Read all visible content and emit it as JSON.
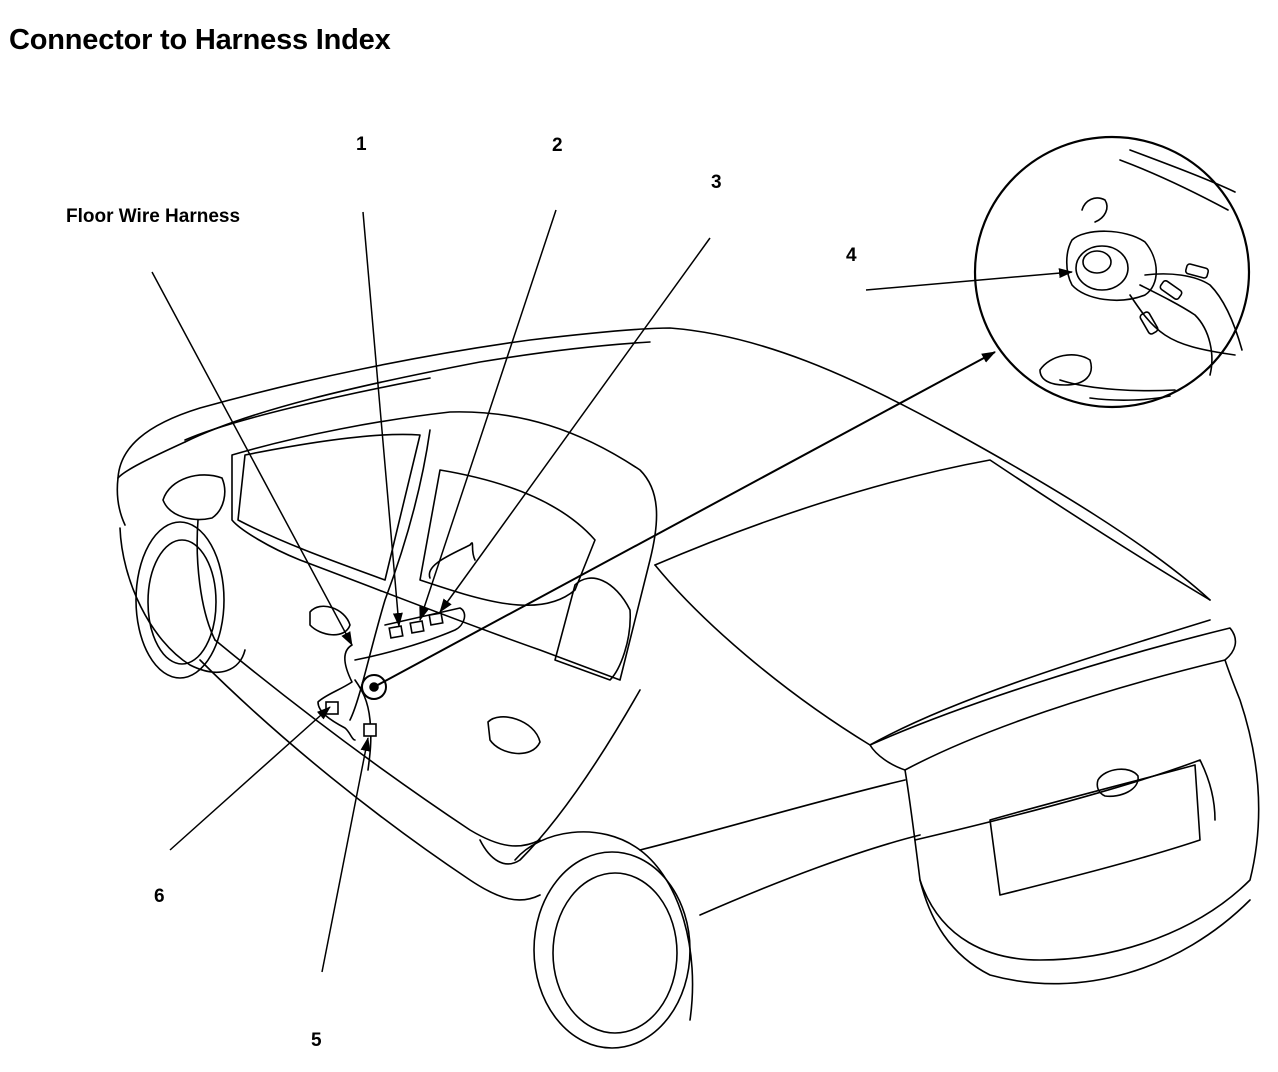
{
  "page": {
    "title": "Connector to Harness Index"
  },
  "harness": {
    "label": "Floor Wire Harness"
  },
  "callouts": [
    {
      "id": 1,
      "label": "1"
    },
    {
      "id": 2,
      "label": "2"
    },
    {
      "id": 3,
      "label": "3"
    },
    {
      "id": 4,
      "label": "4"
    },
    {
      "id": 5,
      "label": "5"
    },
    {
      "id": 6,
      "label": "6"
    }
  ],
  "colors": {
    "line": "#000000",
    "background": "#ffffff"
  }
}
